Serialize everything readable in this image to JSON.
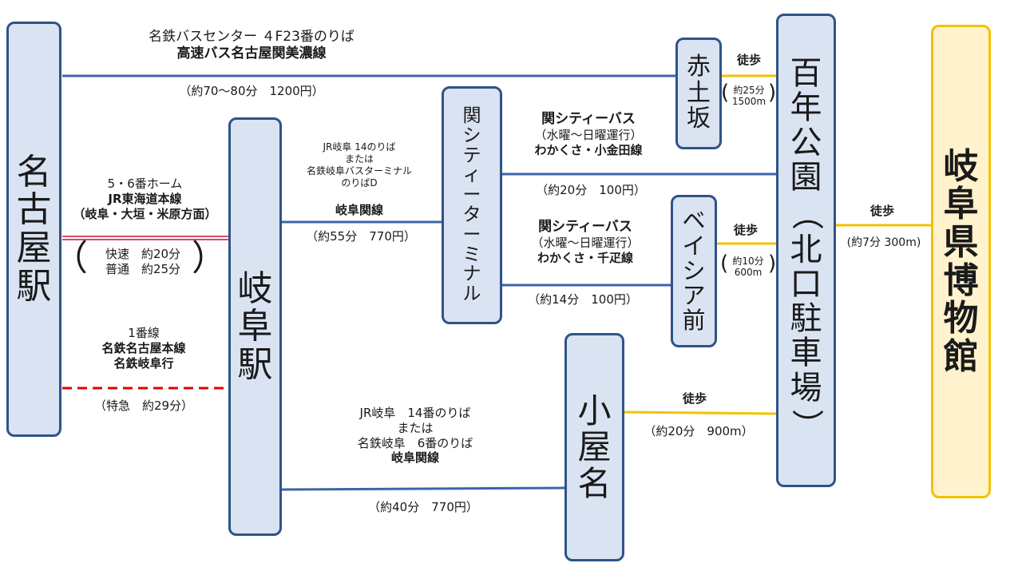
{
  "stations": {
    "nagoya": "名古屋駅",
    "gifu": "岐阜駅",
    "seki_terminal": "関シティーターミナル",
    "akatsuchizaka": "赤土坂",
    "beisia": "ベイシア前",
    "koyana": "小屋名",
    "hyakunen_park": "百年公園（北口駐車場）",
    "museum": "岐阜県博物館"
  },
  "routes": {
    "highway_bus": {
      "stop": "名鉄バスセンター ４F23番のりば",
      "name": "高速バス名古屋関美濃線",
      "info": "（約70〜80分　1200円）"
    },
    "jr_tokaido": {
      "platform": "5・6番ホーム",
      "name": "JR東海道本線",
      "direction": "（岐阜・大垣・米原方面）",
      "rapid": "快速　約20分",
      "local": "普通　約25分",
      "paren_open": "（",
      "paren_close": "）"
    },
    "meitetsu": {
      "platform": "1番線",
      "name": "名鉄名古屋本線",
      "train": "名鉄岐阜行",
      "info": "（特急　約29分）"
    },
    "gifu_seki_upper": {
      "stop1": "JR岐阜 14のりば",
      "or": "または",
      "stop2": "名鉄岐阜バスターミナル",
      "stop2b": "のりばD",
      "name": "岐阜関線",
      "info": "（約55分　770円）"
    },
    "gifu_seki_lower": {
      "stop1": "JR岐阜　14番のりば",
      "or": "または",
      "stop2": "名鉄岐阜　6番のりば",
      "name": "岐阜関線",
      "info": "（約40分　770円）"
    },
    "city_bus_1": {
      "name": "関シティーバス",
      "days": "（水曜〜日曜運行）",
      "line": "わかくさ・小金田線",
      "info": "（約20分　100円）"
    },
    "city_bus_2": {
      "name": "関シティーバス",
      "days": "（水曜〜日曜運行）",
      "line": "わかくさ・千疋線",
      "info": "（約14分　100円）"
    },
    "walk_akatsuchi": {
      "label": "徒歩",
      "paren_open": "(",
      "line1": "約25分",
      "line2": "1500m",
      "paren_close": ")"
    },
    "walk_beisia": {
      "label": "徒歩",
      "paren_open": "(",
      "line1": "約10分",
      "line2": "600m",
      "paren_close": ")"
    },
    "walk_koyana": {
      "label": "徒歩",
      "info": "（約20分　900m）"
    },
    "walk_museum": {
      "label": "徒歩",
      "info": "(約7分 300m)"
    }
  },
  "colors": {
    "node_fill": "#dae3f1",
    "node_border": "#2f5389",
    "bus_line": "#3c64a8",
    "jr_line": "#c8102e",
    "meitetsu_line": "#e00000",
    "walk_line": "#f2c200",
    "museum_fill": "#fff2cc"
  }
}
